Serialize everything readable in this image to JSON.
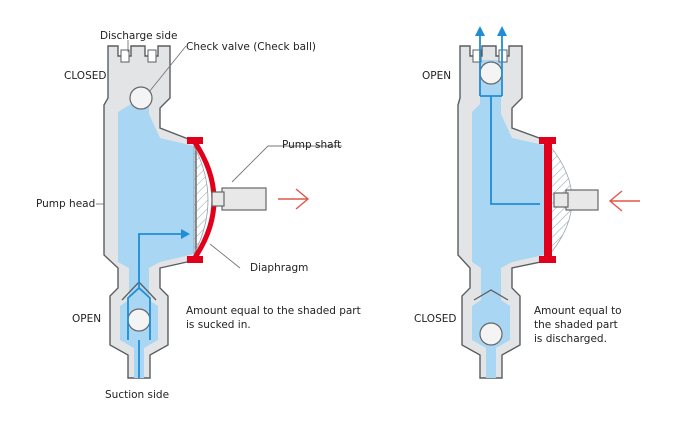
{
  "left_panel": {
    "label_discharge_side": "Discharge side",
    "label_check_valve": "Check valve (Check ball)",
    "label_closed": "CLOSED",
    "label_pump_shaft": "Pump shaft",
    "label_pump_head": "Pump head",
    "label_diaphragm": "Diaphragm",
    "label_open": "OPEN",
    "note_line1": "Amount equal to the shaded part",
    "note_line2": "is sucked in.",
    "label_suction_side": "Suction side"
  },
  "right_panel": {
    "label_open": "OPEN",
    "label_closed": "CLOSED",
    "note_line1": "Amount equal to",
    "note_line2": "the shaded part",
    "note_line3": "is discharged."
  },
  "colors": {
    "liquid": "#a9d6f2",
    "wall": "#e3e4e5",
    "diaphragm": "#e0001b",
    "flow_arrow": "#1f8ed6",
    "motion_arrow": "#e0574a"
  }
}
